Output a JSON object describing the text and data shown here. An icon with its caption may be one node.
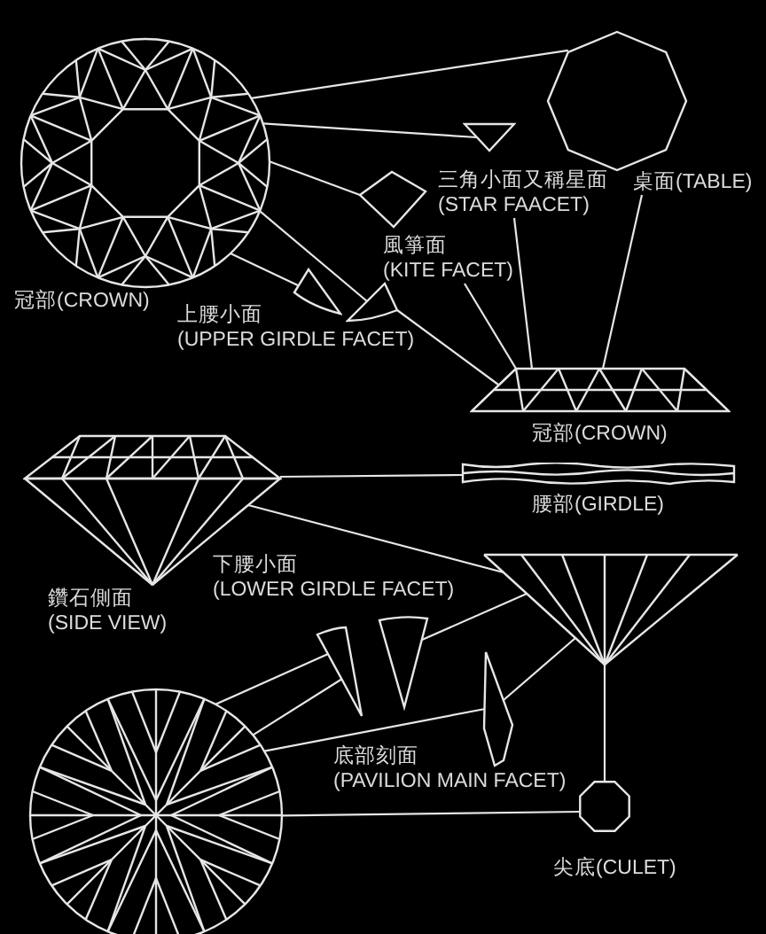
{
  "diagram": {
    "nodes": [
      {
        "text": [],
        "shape": "picture",
        "beside": [
          "冠部(CROWN)"
        ]
      },
      {
        "text": [],
        "shape": "picture"
      },
      {
        "text": [],
        "shape": "picture"
      },
      {
        "text": [],
        "shape": "picture"
      },
      {
        "text": [],
        "shape": "picture"
      },
      {
        "text": [],
        "shape": "picture"
      },
      {
        "text": [
          "三角小面又稱星面 (STAR FAACET)"
        ]
      },
      {
        "text": [
          "桌面(TABLE)"
        ]
      },
      {
        "text": [
          "風箏面 (KITE FACET)"
        ]
      },
      {
        "text": [],
        "shape": "picture",
        "beside": [
          "冠部(CROWN)"
        ]
      },
      {
        "text": [],
        "shape": "picture",
        "beside": [
          "鑽石側面 (SIDE VIEW)"
        ]
      },
      {
        "text": [],
        "shape": "picture",
        "beside": [
          "腰部(GIRDLE)"
        ]
      },
      {
        "text": [],
        "shape": "picture"
      },
      {
        "text": [],
        "shape": "picture"
      },
      {
        "text": [],
        "shape": "picture"
      },
      {
        "text": [],
        "shape": "picture",
        "beside": [
          "底部刻面 (PAVILION MAIN FACET)"
        ]
      },
      {
        "text": [],
        "shape": "picture",
        "beside": [
          "尖底(CULET)"
        ]
      },
      {
        "text": [],
        "shape": "picture"
      }
    ],
    "edges": [
      {
        "from": 0,
        "to": 1,
        "arrow": "none"
      },
      {
        "from": 0,
        "to": 2,
        "arrow": "none"
      },
      {
        "from": 0,
        "to": 3,
        "arrow": "none"
      },
      {
        "from": 0,
        "to": 4,
        "arrow": "none"
      },
      {
        "from": 0,
        "to": 5,
        "arrow": "none"
      },
      {
        "from": 5,
        "to": 9,
        "arrow": "none"
      },
      {
        "from": 8,
        "to": 9,
        "arrow": "none"
      },
      {
        "from": 6,
        "to": 9,
        "arrow": "none"
      },
      {
        "from": 7,
        "to": 9,
        "arrow": "none"
      },
      {
        "from": 10,
        "to": 11,
        "arrow": "none"
      },
      {
        "from": 10,
        "to": 12,
        "arrow": "none"
      },
      {
        "from": 14,
        "to": 12,
        "arrow": "none"
      },
      {
        "from": 17,
        "to": 13,
        "arrow": "none"
      },
      {
        "from": 17,
        "to": 13,
        "arrow": "none"
      },
      {
        "from": 17,
        "to": 15,
        "arrow": "none"
      },
      {
        "from": 12,
        "to": 15,
        "arrow": "none"
      },
      {
        "from": 17,
        "to": 16,
        "arrow": "none"
      },
      {
        "from": 12,
        "to": 16,
        "arrow": "none"
      }
    ],
    "labels": [
      "上腰小面 (UPPER GIRDLE FACET)",
      "下腰小面 (LOWER GIRDLE FACET)"
    ]
  }
}
